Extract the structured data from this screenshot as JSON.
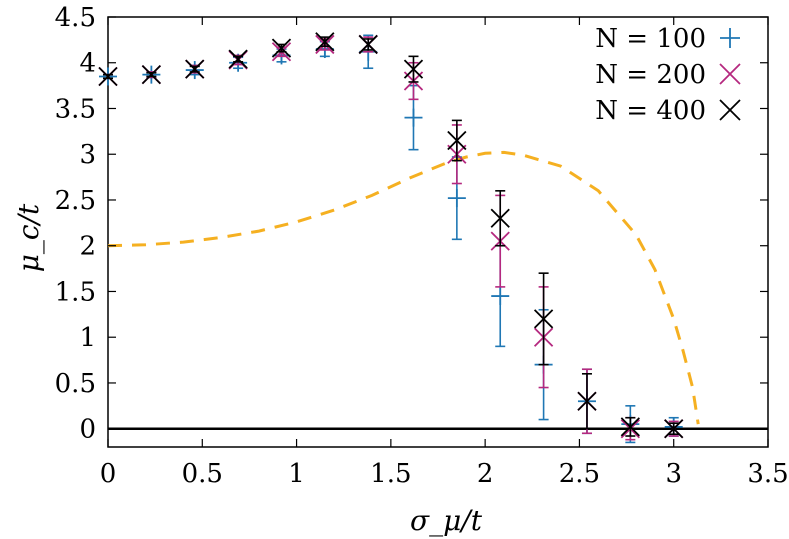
{
  "chart_data": {
    "type": "scatter",
    "xlabel": "σ_μ/t",
    "ylabel": "μ_c/t",
    "xlim": [
      0,
      3.5
    ],
    "ylim": [
      -0.2,
      4.5
    ],
    "xticks": [
      "0",
      "0.5",
      "1",
      "1.5",
      "2",
      "2.5",
      "3",
      "3.5"
    ],
    "yticks": [
      "0",
      "0.5",
      "1",
      "1.5",
      "2",
      "2.5",
      "3",
      "3.5",
      "4",
      "4.5"
    ],
    "legend_position": "top-right",
    "series": [
      {
        "name": "N = 100",
        "marker": "plus",
        "color": "#1f77b4",
        "x": [
          0,
          0.23,
          0.46,
          0.69,
          0.92,
          1.15,
          1.38,
          1.62,
          1.85,
          2.08,
          2.31,
          2.54,
          2.77,
          3.0
        ],
        "y": [
          3.85,
          3.87,
          3.92,
          4.0,
          4.08,
          4.15,
          4.12,
          3.4,
          2.52,
          1.45,
          0.7,
          0.3,
          0.05,
          0.02
        ],
        "err": [
          0.02,
          0.03,
          0.05,
          0.06,
          0.07,
          0.08,
          0.18,
          0.35,
          0.45,
          0.55,
          0.6,
          0.35,
          0.2,
          0.1
        ]
      },
      {
        "name": "N = 200",
        "marker": "cross",
        "color": "#b5287f",
        "x": [
          0,
          0.23,
          0.46,
          0.69,
          0.92,
          1.15,
          1.38,
          1.62,
          1.85,
          2.08,
          2.31,
          2.54,
          2.77,
          3.0
        ],
        "y": [
          3.85,
          3.87,
          3.93,
          4.03,
          4.12,
          4.2,
          4.2,
          3.8,
          3.0,
          2.05,
          1.0,
          0.3,
          0.0,
          0.0
        ],
        "err": [
          0.02,
          0.03,
          0.04,
          0.05,
          0.05,
          0.06,
          0.08,
          0.2,
          0.32,
          0.5,
          0.55,
          0.35,
          0.12,
          0.08
        ]
      },
      {
        "name": "N = 400",
        "marker": "x",
        "color": "#000000",
        "x": [
          0,
          0.23,
          0.46,
          0.69,
          0.92,
          1.15,
          1.38,
          1.62,
          1.85,
          2.08,
          2.31,
          2.54,
          2.77,
          3.0
        ],
        "y": [
          3.85,
          3.87,
          3.93,
          4.04,
          4.16,
          4.23,
          4.2,
          3.93,
          3.15,
          2.3,
          1.2,
          0.3,
          0.02,
          0.0
        ],
        "err": [
          0.02,
          0.02,
          0.03,
          0.03,
          0.04,
          0.05,
          0.06,
          0.14,
          0.22,
          0.3,
          0.5,
          0.3,
          0.1,
          0.06
        ]
      }
    ],
    "reference_curve": {
      "style": "dashed",
      "color": "#f5b021",
      "x": [
        0,
        0.2,
        0.4,
        0.6,
        0.8,
        1.0,
        1.2,
        1.4,
        1.6,
        1.8,
        1.9,
        2.0,
        2.1,
        2.2,
        2.4,
        2.6,
        2.8,
        2.9,
        3.0,
        3.05,
        3.1,
        3.13
      ],
      "y": [
        2.0,
        2.01,
        2.04,
        2.09,
        2.16,
        2.26,
        2.39,
        2.55,
        2.74,
        2.91,
        2.97,
        3.01,
        3.02,
        2.99,
        2.87,
        2.6,
        2.12,
        1.74,
        1.2,
        0.85,
        0.45,
        0.05
      ]
    },
    "zero_line": {
      "y": 0,
      "color": "#000000"
    }
  },
  "legend": {
    "items": [
      {
        "label": "N = 100",
        "color": "#1f77b4",
        "marker": "plus"
      },
      {
        "label": "N = 200",
        "color": "#b5287f",
        "marker": "cross"
      },
      {
        "label": "N = 400",
        "color": "#000000",
        "marker": "x"
      }
    ]
  }
}
